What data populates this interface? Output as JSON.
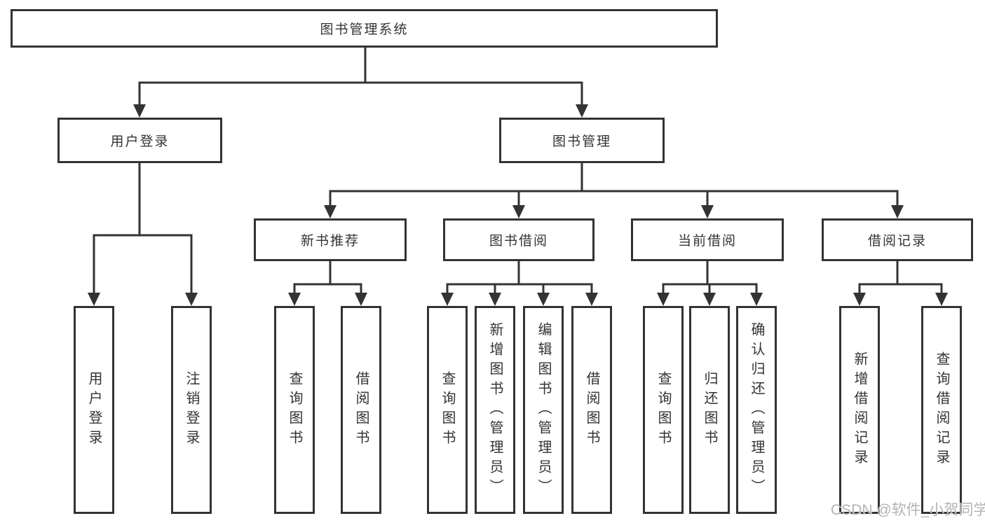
{
  "tree": {
    "root": {
      "label": "图书管理系统"
    },
    "children": [
      {
        "label": "用户登录",
        "children": [
          {
            "label": "用户登录"
          },
          {
            "label": "注销登录"
          }
        ]
      },
      {
        "label": "图书管理",
        "children": [
          {
            "label": "新书推荐",
            "children": [
              {
                "label": "查询图书"
              },
              {
                "label": "借阅图书"
              }
            ]
          },
          {
            "label": "图书借阅",
            "children": [
              {
                "label": "查询图书"
              },
              {
                "label": "新增图书（管理员）"
              },
              {
                "label": "编辑图书（管理员）"
              },
              {
                "label": "借阅图书"
              }
            ]
          },
          {
            "label": "当前借阅",
            "children": [
              {
                "label": "查询图书"
              },
              {
                "label": "归还图书"
              },
              {
                "label": "确认归还（管理员）"
              }
            ]
          },
          {
            "label": "借阅记录",
            "children": [
              {
                "label": "新增借阅记录"
              },
              {
                "label": "查询借阅记录"
              }
            ]
          }
        ]
      }
    ]
  },
  "watermark": {
    "text": "CSDN @软件_小贺同学"
  },
  "colors": {
    "stroke": "#333333",
    "text": "#333333",
    "watermark": "#b3b3b3",
    "background": "#ffffff"
  }
}
